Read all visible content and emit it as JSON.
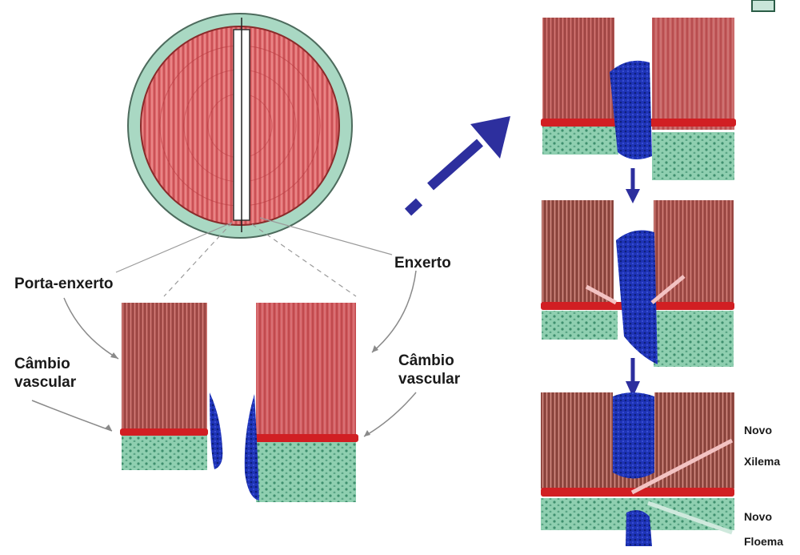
{
  "labels": {
    "porta_enxerto": "Porta-enxerto",
    "enxerto": "Enxerto",
    "cambio_left_1": "Câmbio",
    "cambio_left_2": "vascular",
    "cambio_right_1": "Câmbio",
    "cambio_right_2": "vascular",
    "novo_xilema_1": "Novo",
    "novo_xilema_2": "Xilema",
    "novo_floema_1": "Novo",
    "novo_floema_2": "Floema"
  },
  "colors": {
    "wood_red": "#d9545a",
    "wood_brown": "#8e4a43",
    "cambium": "#d11f23",
    "phloem_green": "#8fcfb0",
    "callus_blue": "#1f34b8",
    "arrow_blue": "#2d2f9e",
    "bark_green": "#a9d8c3"
  }
}
